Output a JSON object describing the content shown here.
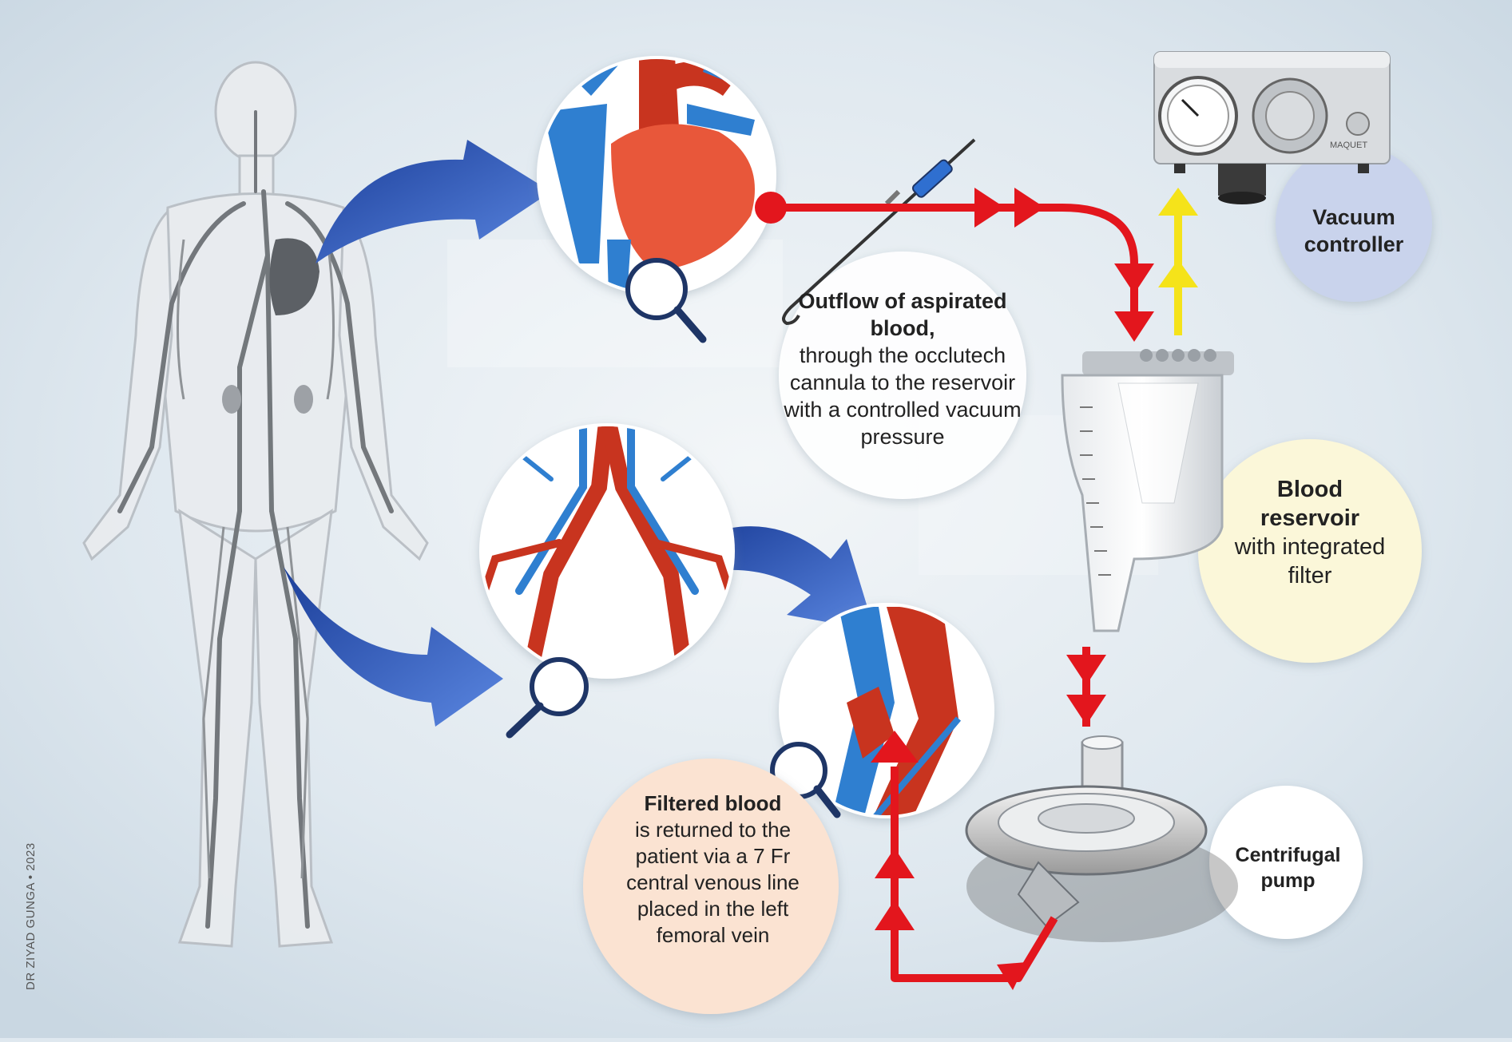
{
  "labels": {
    "outflow": {
      "bold": "Outflow of aspirated blood,",
      "body": "through the occlutech cannula to the reservoir with a controlled vacuum pressure"
    },
    "vacuum_controller": "Vacuum controller",
    "reservoir": {
      "bold": "Blood reservoir",
      "body": "with integrated filter"
    },
    "filtered_blood": {
      "bold": "Filtered blood",
      "body": "is returned to the patient via a 7 Fr central venous line placed in the left femoral vein"
    },
    "centrifugal_pump": "Centrifugal pump"
  },
  "device_brand": "MAQUET",
  "credit": "DR ZIYAD GUNGA • 2023",
  "colors": {
    "blood_flow": "#e3161d",
    "vacuum_flow": "#f5e31a",
    "pointer_arrow": "#2f5fc4",
    "artery": "#c8341f",
    "vein": "#2f7fd0",
    "heart": "#e8573a",
    "vacuum_bubble": "#c9d3ec",
    "reservoir_bubble": "#fbf7d9",
    "filtered_bubble": "#fbe3d2"
  },
  "icons": [
    "magnifier-icon",
    "flow-arrow-icon",
    "human-body-icon",
    "heart-icon"
  ]
}
